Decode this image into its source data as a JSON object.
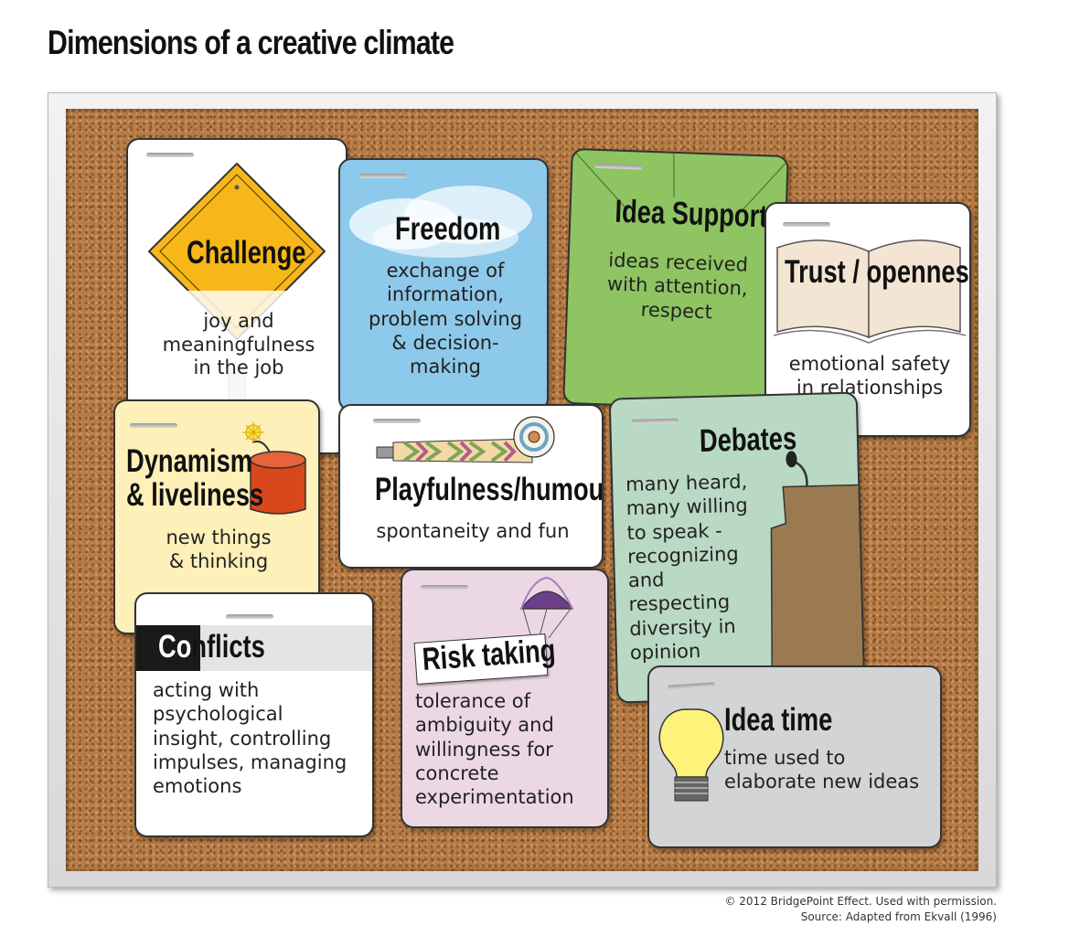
{
  "title": "Dimensions of a creative climate",
  "cards": {
    "challenge": {
      "title": "Challenge",
      "desc": [
        "joy and",
        "meaningfulness",
        "in the job"
      ]
    },
    "freedom": {
      "title": "Freedom",
      "desc": [
        "exchange of",
        "information,",
        "problem solving",
        "& decision-",
        "making"
      ]
    },
    "idea_support": {
      "title": "Idea Support",
      "desc": [
        "ideas received",
        "with attention,",
        "respect"
      ]
    },
    "trust": {
      "title": "Trust / openness",
      "desc": [
        "emotional safety",
        "in relationships"
      ]
    },
    "dynamism": {
      "title": [
        "Dynamism",
        "& liveliness"
      ],
      "desc": [
        "new things",
        "& thinking"
      ]
    },
    "playfulness": {
      "title": "Playfulness/humour",
      "desc": [
        "spontaneity and fun"
      ]
    },
    "debates": {
      "title": "Debates",
      "desc": [
        "many heard,",
        "many willing",
        "to speak -",
        "recognizing",
        "and",
        "respecting",
        "diversity in",
        "opinion"
      ]
    },
    "conflicts": {
      "title": "Conflicts",
      "desc": [
        "acting with",
        "psychological",
        "insight, controlling",
        "impulses, managing",
        "emotions"
      ]
    },
    "risk_taking": {
      "title": "Risk taking",
      "desc": [
        "tolerance of",
        "ambiguity and",
        "willingness for",
        "concrete",
        "experimentation"
      ]
    },
    "idea_time": {
      "title": "Idea time",
      "desc": [
        "time used to",
        "elaborate new ideas"
      ]
    }
  },
  "footer": {
    "copyright": "© 2012 BridgePoint Effect. Used with permission.",
    "source": "Source: Adapted from Ekvall (1996)"
  },
  "colors": {
    "cork": "#b57a45",
    "challenge_sign": "#f7b718",
    "freedom_card": "#8dc9ea",
    "idea_support_card": "#8fc462",
    "dynamism_card": "#fdf0b8",
    "debates_card": "#b9d9c4",
    "risk_taking_card": "#ecd8e4",
    "idea_time_card": "#d3d4d6",
    "dynamite": "#d9471d",
    "bulb": "#fdf27a"
  }
}
